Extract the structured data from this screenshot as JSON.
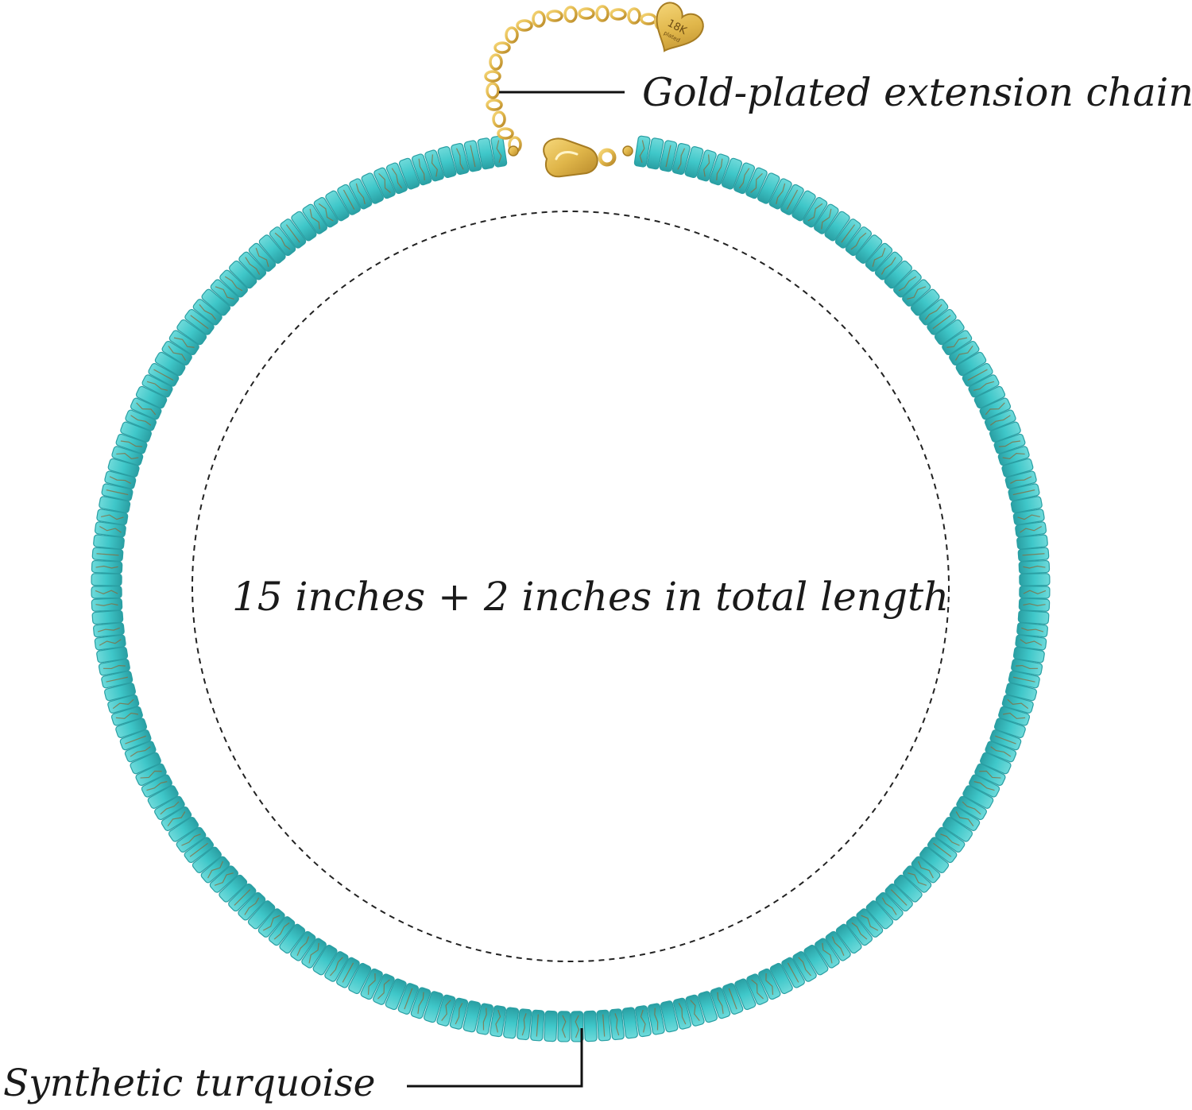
{
  "annotations": {
    "chain_label": "Gold-plated extension chain",
    "length_label": "15 inches + 2 inches in total length",
    "material_label": "Synthetic turquoise"
  },
  "tag": {
    "karat": "18K",
    "plating": "plated"
  },
  "colors": {
    "background": "#ffffff",
    "turquoise": "#3fc7c9",
    "turquoise_dark": "#2a9fa3",
    "matrix_vein": "#8a6a3a",
    "gold": "#e0b64a",
    "gold_dark": "#b8892a",
    "leader_line": "#111111",
    "dashed_circle": "#222222"
  }
}
